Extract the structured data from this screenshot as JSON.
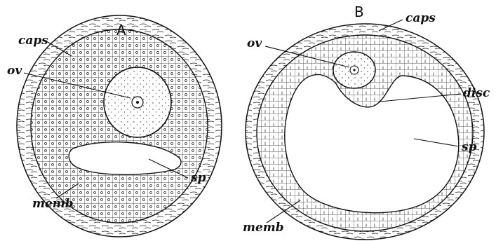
{
  "panels": {
    "a": {
      "title": "A",
      "labels": {
        "caps": "caps",
        "ov": "ov",
        "sp": "sp",
        "memb": "memb"
      }
    },
    "b": {
      "title": "B",
      "labels": {
        "caps": "caps",
        "ov": "ov",
        "disc": "disc",
        "sp": "sp",
        "memb": "memb"
      }
    }
  },
  "colors": {
    "ink": "#111111",
    "paper": "#ffffff"
  }
}
